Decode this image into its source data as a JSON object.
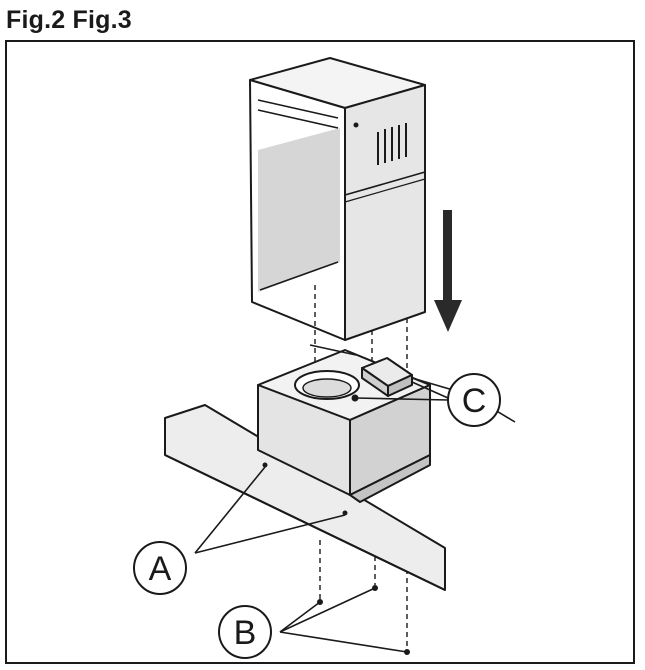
{
  "figure": {
    "title": "Fig.2 Fig.3"
  },
  "callouts": {
    "a": "A",
    "b": "B",
    "c": "C"
  },
  "colors": {
    "line": "#1a1a1a",
    "fill_light": "#ececec",
    "fill_mid": "#dddddd",
    "fill_dark": "#c9c9c9"
  },
  "icons": {
    "arrow": "down-arrow-icon",
    "vent": "vent-grille-icon"
  }
}
